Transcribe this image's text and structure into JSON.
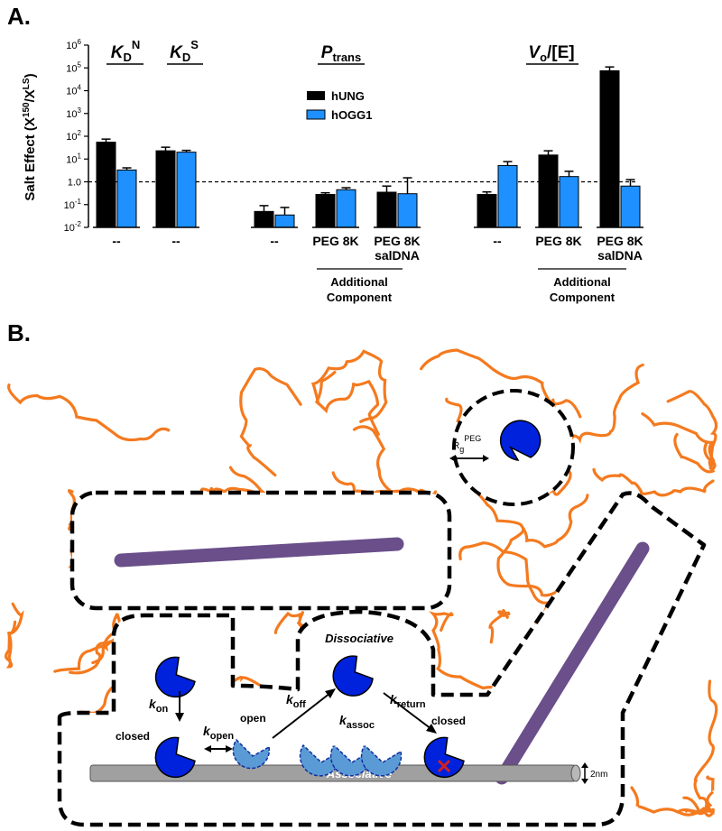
{
  "panels": {
    "a": "A.",
    "b": "B."
  },
  "colors": {
    "hUNG": "#000000",
    "hOGG1": "#1e90ff",
    "polymer": "#f47a1f",
    "dna_rod": "#6a4f8a",
    "enzyme": "#0022dd",
    "enzyme_open": "#5b9bd5",
    "track": "#a0a0a0"
  },
  "chart_data": {
    "type": "bar",
    "yscale": "log",
    "ylabel_base": "Salt Effect (X",
    "ylabel_sup1": "150",
    "ylabel_mid": "/X",
    "ylabel_sup2": "LS",
    "ylabel_end": ")",
    "ylim": [
      0.01,
      1000000
    ],
    "y_ticks": [
      {
        "base": "10",
        "exp": "6",
        "value": 1000000
      },
      {
        "base": "10",
        "exp": "5",
        "value": 100000
      },
      {
        "base": "10",
        "exp": "4",
        "value": 10000
      },
      {
        "base": "10",
        "exp": "3",
        "value": 1000
      },
      {
        "base": "10",
        "exp": "2",
        "value": 100
      },
      {
        "base": "10",
        "exp": "1",
        "value": 10
      },
      {
        "base": "1.0",
        "exp": "",
        "value": 1
      },
      {
        "base": "10",
        "exp": "-1",
        "value": 0.1
      },
      {
        "base": "10",
        "exp": "-2",
        "value": 0.01
      }
    ],
    "reference_line": 1.0,
    "legend": [
      "hUNG",
      "hOGG1"
    ],
    "legend_position": "top-center",
    "groups": [
      {
        "title_main": "K",
        "title_sub": "D",
        "title_sup": "N"
      },
      {
        "title_main": "K",
        "title_sub": "D",
        "title_sup": "S"
      },
      {
        "title_main": "P",
        "title_sub": "trans",
        "title_sup": ""
      },
      {
        "title_main": "V",
        "title_sub": "o",
        "title_sup": "",
        "title_rest": "/[E]"
      }
    ],
    "categories": [
      {
        "label": "--",
        "label2": "",
        "hUNG": 55,
        "hUNG_err": 20,
        "hOGG1": 3.3,
        "hOGG1_err": 0.8
      },
      {
        "label": "--",
        "label2": "",
        "hUNG": 23,
        "hUNG_err": 10,
        "hOGG1": 20,
        "hOGG1_err": 4
      },
      {
        "label": "--",
        "label2": "",
        "hUNG": 0.05,
        "hUNG_err": 0.04,
        "hOGG1": 0.035,
        "hOGG1_err": 0.04
      },
      {
        "label": "PEG 8K",
        "label2": "",
        "hUNG": 0.28,
        "hUNG_err": 0.05,
        "hOGG1": 0.45,
        "hOGG1_err": 0.1
      },
      {
        "label": "PEG 8K",
        "label2": "salDNA",
        "hUNG": 0.35,
        "hUNG_err": 0.3,
        "hOGG1": 0.3,
        "hOGG1_err": 1.2
      },
      {
        "label": "--",
        "label2": "",
        "hUNG": 0.28,
        "hUNG_err": 0.08,
        "hOGG1": 5.2,
        "hOGG1_err": 2.5
      },
      {
        "label": "PEG 8K",
        "label2": "",
        "hUNG": 15,
        "hUNG_err": 8,
        "hOGG1": 1.7,
        "hOGG1_err": 1.2
      },
      {
        "label": "PEG 8K",
        "label2": "salDNA",
        "hUNG": 75000,
        "hUNG_err": 35000,
        "hOGG1": 0.65,
        "hOGG1_err": 0.6
      }
    ],
    "additional_component": [
      "Additional",
      "Component"
    ]
  },
  "diagram": {
    "rg": "R",
    "rg_sub": "g",
    "rg_sup": "PEG",
    "dissociative": "Dissociative",
    "associative": "Associative",
    "closed_left": "closed",
    "open": "open",
    "closed_right": "closed",
    "k": "k",
    "on": "on",
    "open_sub": "open",
    "off": "off",
    "return": "return",
    "assoc": "assoc",
    "nm": "2nm"
  }
}
